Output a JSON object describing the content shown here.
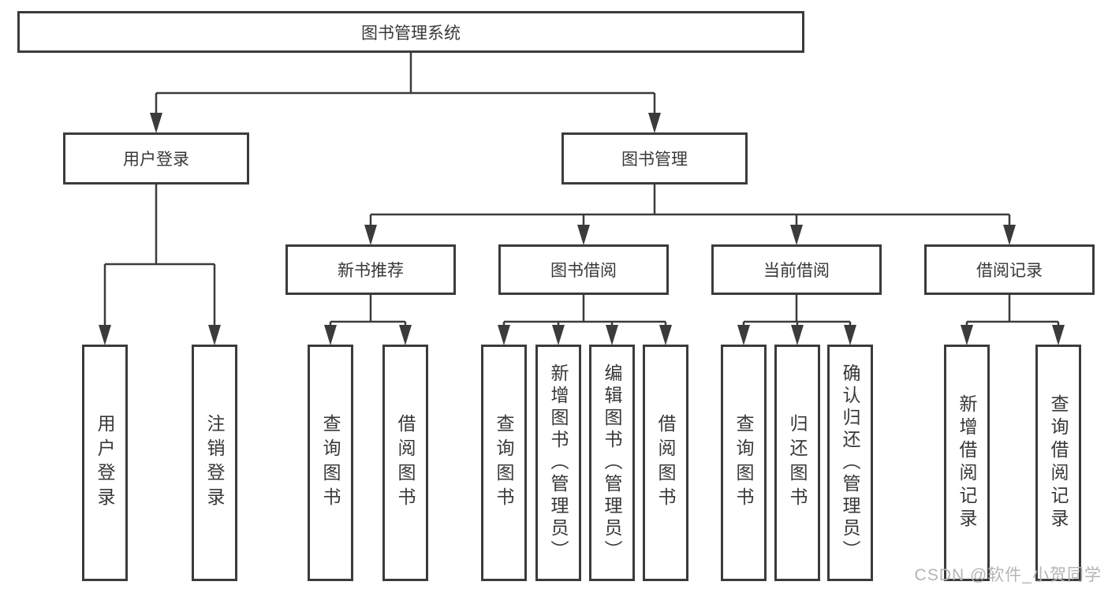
{
  "tree": {
    "label": "图书管理系统",
    "children": [
      {
        "label": "用户登录",
        "children": [
          {
            "label": "用户登录"
          },
          {
            "label": "注销登录"
          }
        ]
      },
      {
        "label": "图书管理",
        "children": [
          {
            "label": "新书推荐",
            "children": [
              {
                "label": "查询图书"
              },
              {
                "label": "借阅图书"
              }
            ]
          },
          {
            "label": "图书借阅",
            "children": [
              {
                "label": "查询图书"
              },
              {
                "label": "新增图书（管理员）"
              },
              {
                "label": "编辑图书（管理员）"
              },
              {
                "label": "借阅图书"
              }
            ]
          },
          {
            "label": "当前借阅",
            "children": [
              {
                "label": "查询图书"
              },
              {
                "label": "归还图书"
              },
              {
                "label": "确认归还（管理员）"
              }
            ]
          },
          {
            "label": "借阅记录",
            "children": [
              {
                "label": "新增借阅记录"
              },
              {
                "label": "查询借阅记录"
              }
            ]
          }
        ]
      }
    ]
  },
  "watermark": "CSDN @软件_小贺同学",
  "colors": {
    "line": "#3b3b3b",
    "text": "#383838",
    "watermark": "#b5b5b5",
    "background": "#ffffff"
  }
}
